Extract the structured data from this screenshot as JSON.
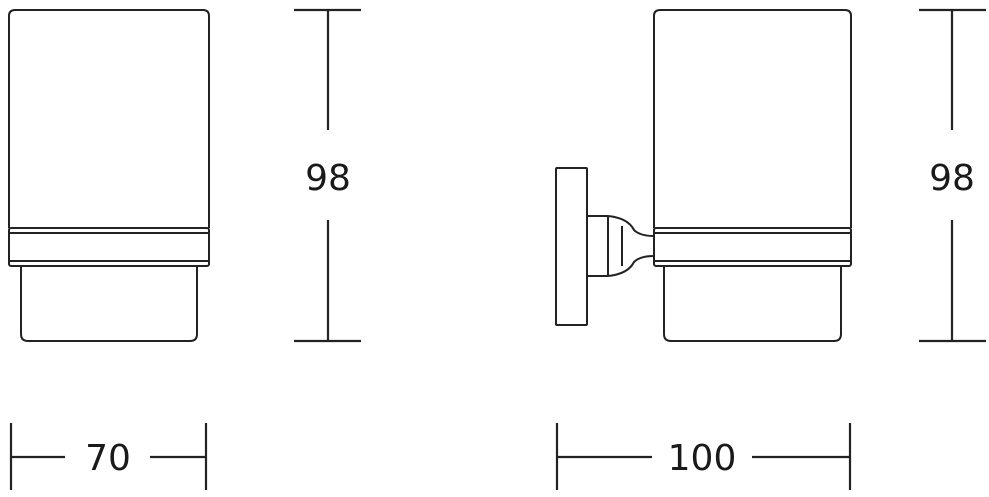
{
  "front_view": {
    "height_label": "98",
    "width_label": "70"
  },
  "side_view": {
    "height_label": "98",
    "width_label": "100"
  },
  "colors": {
    "line": "#222222",
    "background": "#ffffff"
  }
}
